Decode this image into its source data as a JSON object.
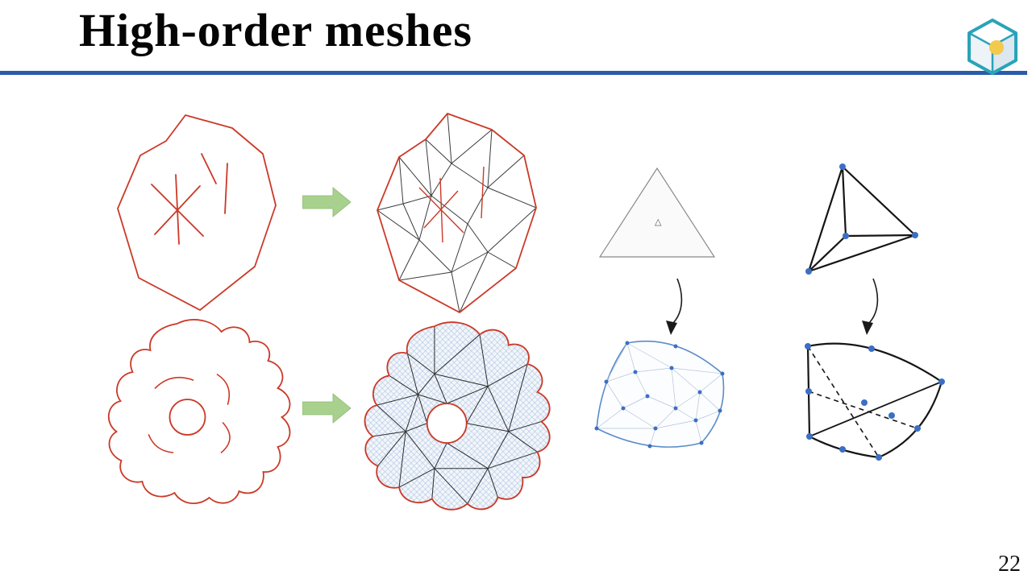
{
  "slide": {
    "title": "High-order meshes",
    "page_number": "22"
  },
  "figures": {
    "reference_triangle_marker": "△",
    "labels": [
      "hand-drawn-polygon-with-constraints",
      "triangulated-polygon-mesh",
      "hand-drawn-wavy-blob-with-hole",
      "triangulated-blob-mesh",
      "straight-reference-triangle",
      "curved-high-order-patch-with-nodes",
      "straight-nodal-triangle",
      "curved-high-order-element-with-nodes"
    ]
  },
  "icons": {
    "logo": "coreform-cube-logo",
    "arrow_right": "block-arrow-right-icon",
    "arrow_curved": "curved-arrow-down-icon"
  },
  "colors": {
    "accent_rule": "#2a5caa",
    "sketch_red": "#cb3927",
    "mesh_edge_dark": "#333333",
    "fine_mesh_blue": "#a9c0dc",
    "arrow_green": "#a9d18e",
    "node_blue": "#3b6fc4",
    "element_black": "#151515",
    "logo_teal": "#29a3b8",
    "logo_gold": "#f3c94e"
  }
}
